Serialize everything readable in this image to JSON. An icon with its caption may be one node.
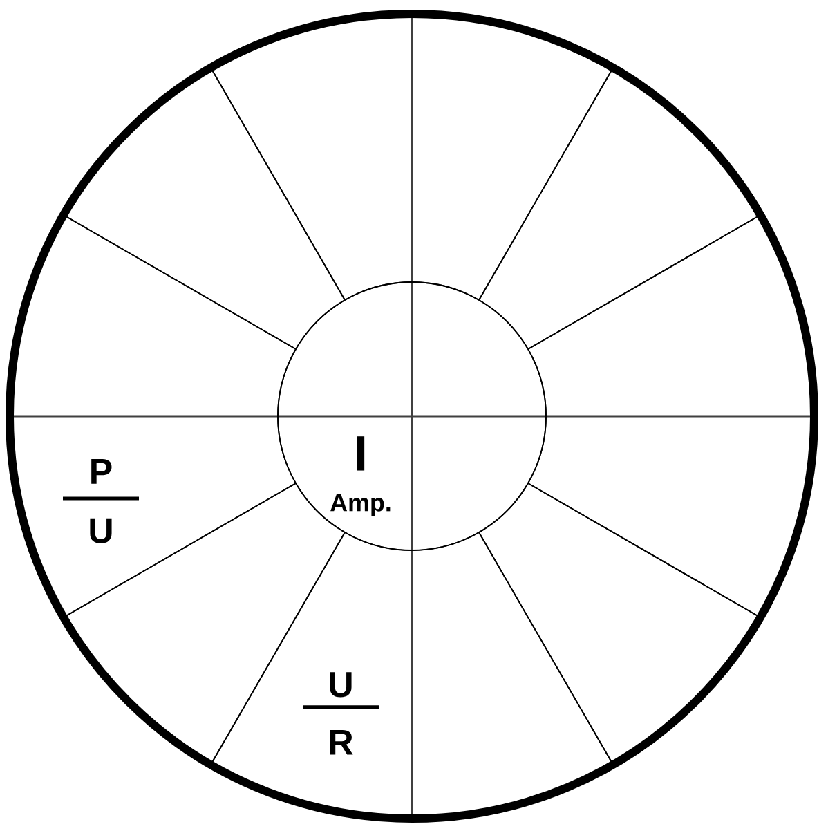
{
  "diagram": {
    "nodes": [
      {
        "text": [],
        "shape": "circle"
      },
      {
        "text": [],
        "shape": "sector",
        "in": 0
      },
      {
        "text": [],
        "shape": "sector",
        "in": 0
      },
      {
        "text": [],
        "shape": "sector",
        "in": 0
      },
      {
        "text": [],
        "shape": "sector",
        "in": 0
      },
      {
        "text": [],
        "shape": "sector",
        "in": 0
      },
      {
        "text": [],
        "shape": "sector",
        "in": 0
      },
      {
        "text": [],
        "shape": "sector",
        "in": 0
      },
      {
        "text": [],
        "shape": "sector",
        "in": 0
      },
      {
        "text": [
          "I",
          "Amp."
        ],
        "in": 0
      },
      {
        "text": [],
        "shape": "sector",
        "in": 0
      },
      {
        "text": [
          "P",
          "U"
        ],
        "in": 0
      },
      {
        "text": [],
        "shape": "sector",
        "in": 0
      },
      {
        "text": [],
        "shape": "sector",
        "in": 0
      },
      {
        "text": [],
        "shape": "sector",
        "in": 0
      },
      {
        "text": [
          "U",
          "R"
        ],
        "in": 0
      },
      {
        "text": [],
        "shape": "sector",
        "in": 0
      }
    ]
  }
}
